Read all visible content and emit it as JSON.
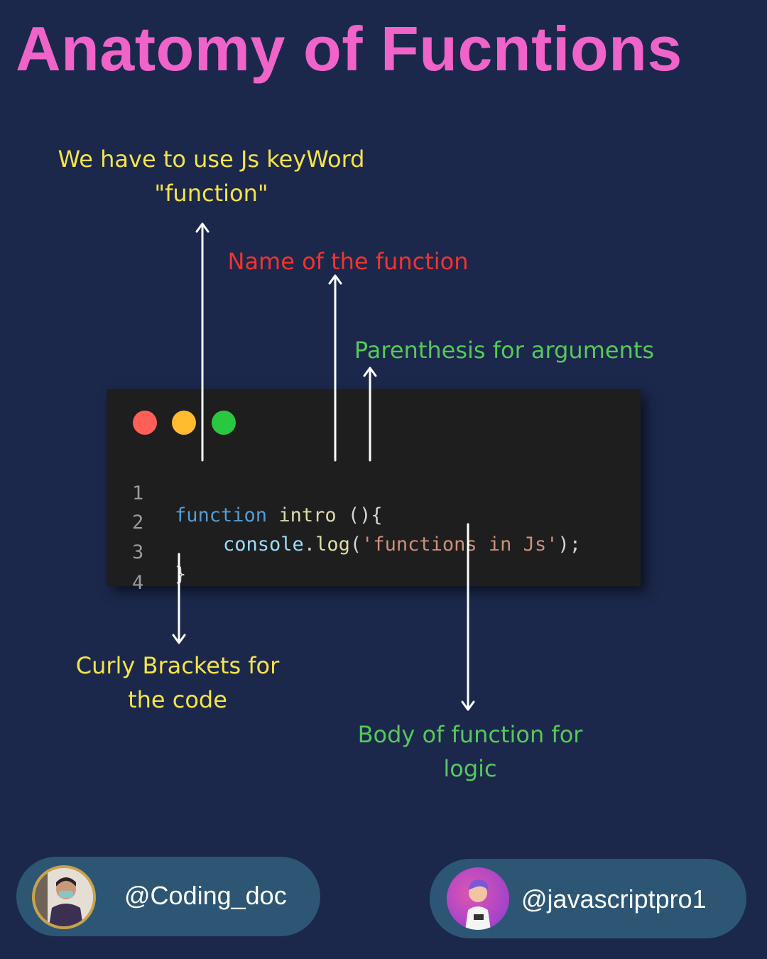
{
  "title": "Anatomy of Fucntions",
  "annotations": {
    "keyword": [
      "We have to use Js keyWord",
      "\"function\""
    ],
    "name": "Name of the function",
    "parens": "Parenthesis for arguments",
    "curly": [
      "Curly Brackets for",
      "the code"
    ],
    "body": [
      "Body of function for",
      "logic"
    ]
  },
  "code": {
    "lines": [
      {
        "num": "1",
        "keyword": "function",
        "name": "intro",
        "rest": " (){"
      },
      {
        "num": "2",
        "obj": "console",
        "dot": ".",
        "method": "log",
        "open": "(",
        "string": "'functions in Js'",
        "close": ");"
      },
      {
        "num": "3",
        "text": "}"
      },
      {
        "num": "4"
      }
    ],
    "window_dots": [
      "#ff5f57",
      "#febc2e",
      "#28c840"
    ]
  },
  "footer": {
    "left_handle": "@Coding_doc",
    "right_handle": "@javascriptpro1"
  },
  "colors": {
    "background": "#1b284b",
    "title": "#f063c9",
    "yellow_label": "#f5e34a",
    "red_label": "#f0342f",
    "green_label": "#56c85a",
    "pill": "#2c5674"
  }
}
